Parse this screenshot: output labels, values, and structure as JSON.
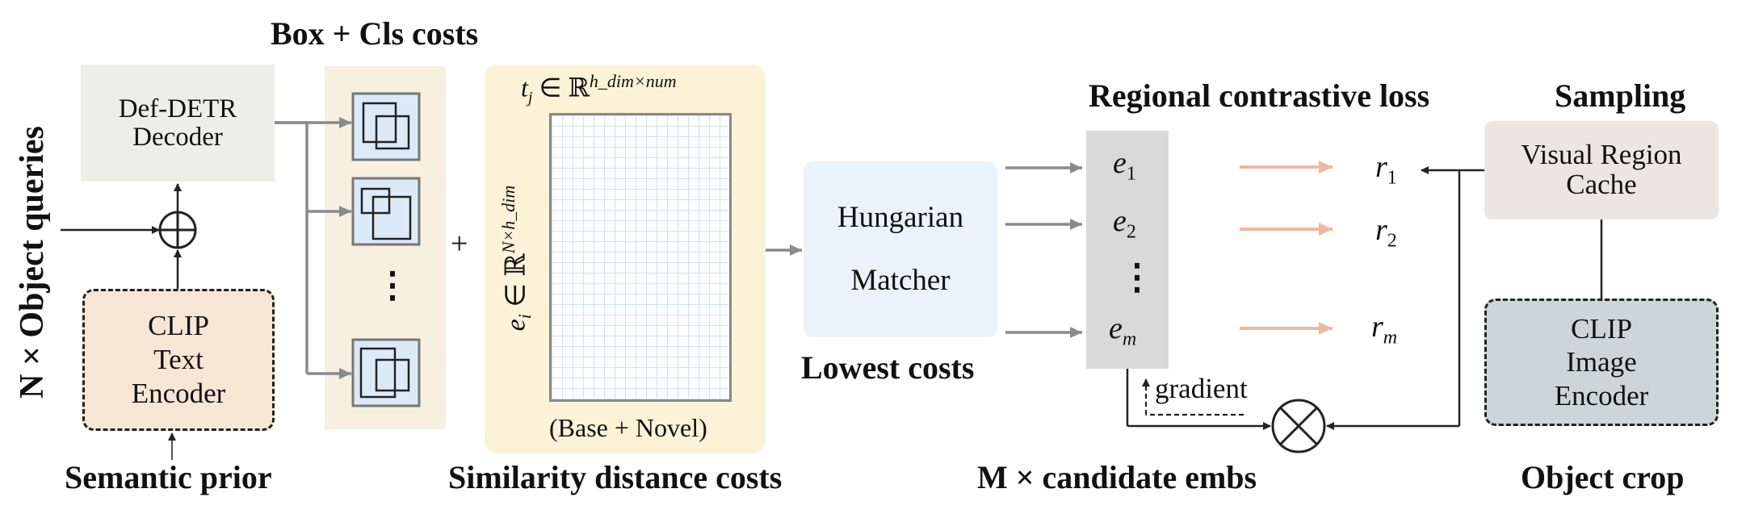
{
  "labels": {
    "object_queries": "N × Object queries",
    "box_cls_costs": "Box + Cls costs",
    "semantic_prior": "Semantic prior",
    "similarity_costs": "Similarity distance costs",
    "lowest_costs": "Lowest costs",
    "regional_loss": "Regional contrastive loss",
    "sampling": "Sampling",
    "candidate_embs": "M × candidate embs",
    "object_crop": "Object crop",
    "gradient": "gradient",
    "plus": "+",
    "vdots": "⋮"
  },
  "blocks": {
    "decoder": [
      "Def-DETR",
      "Decoder"
    ],
    "clip_text": [
      "CLIP",
      "Text",
      "Encoder"
    ],
    "matcher": [
      "Hungarian",
      "Matcher"
    ],
    "cache": [
      "Visual Region",
      "Cache"
    ],
    "clip_image": [
      "CLIP",
      "Image",
      "Encoder"
    ]
  },
  "matrix": {
    "top_label": "t_j ∈ ℝ^{h_dim×num}",
    "left_label": "e_i ∈ ℝ^{N×h_dim}",
    "bottom_label": "(Base + Novel)"
  },
  "embeddings": [
    "e1",
    "e2",
    "em"
  ],
  "regions": [
    "r1",
    "r2",
    "rm"
  ],
  "colors": {
    "decoder_bg": "#eeeee8",
    "clip_text_bg": "#f7e6d4",
    "box_panel_bg": "#f7f0e0",
    "box_cell_bg": "#dceaf7",
    "matrix_panel_bg": "#fbf2d8",
    "matcher_bg": "#eaf3fb",
    "emb_bar_bg": "#d9d9d9",
    "cache_bg": "#ece6e3",
    "clip_image_bg": "#ccd5d7",
    "arrow_gray": "#8a8a8a",
    "arrow_orange": "#f0b8a0"
  }
}
